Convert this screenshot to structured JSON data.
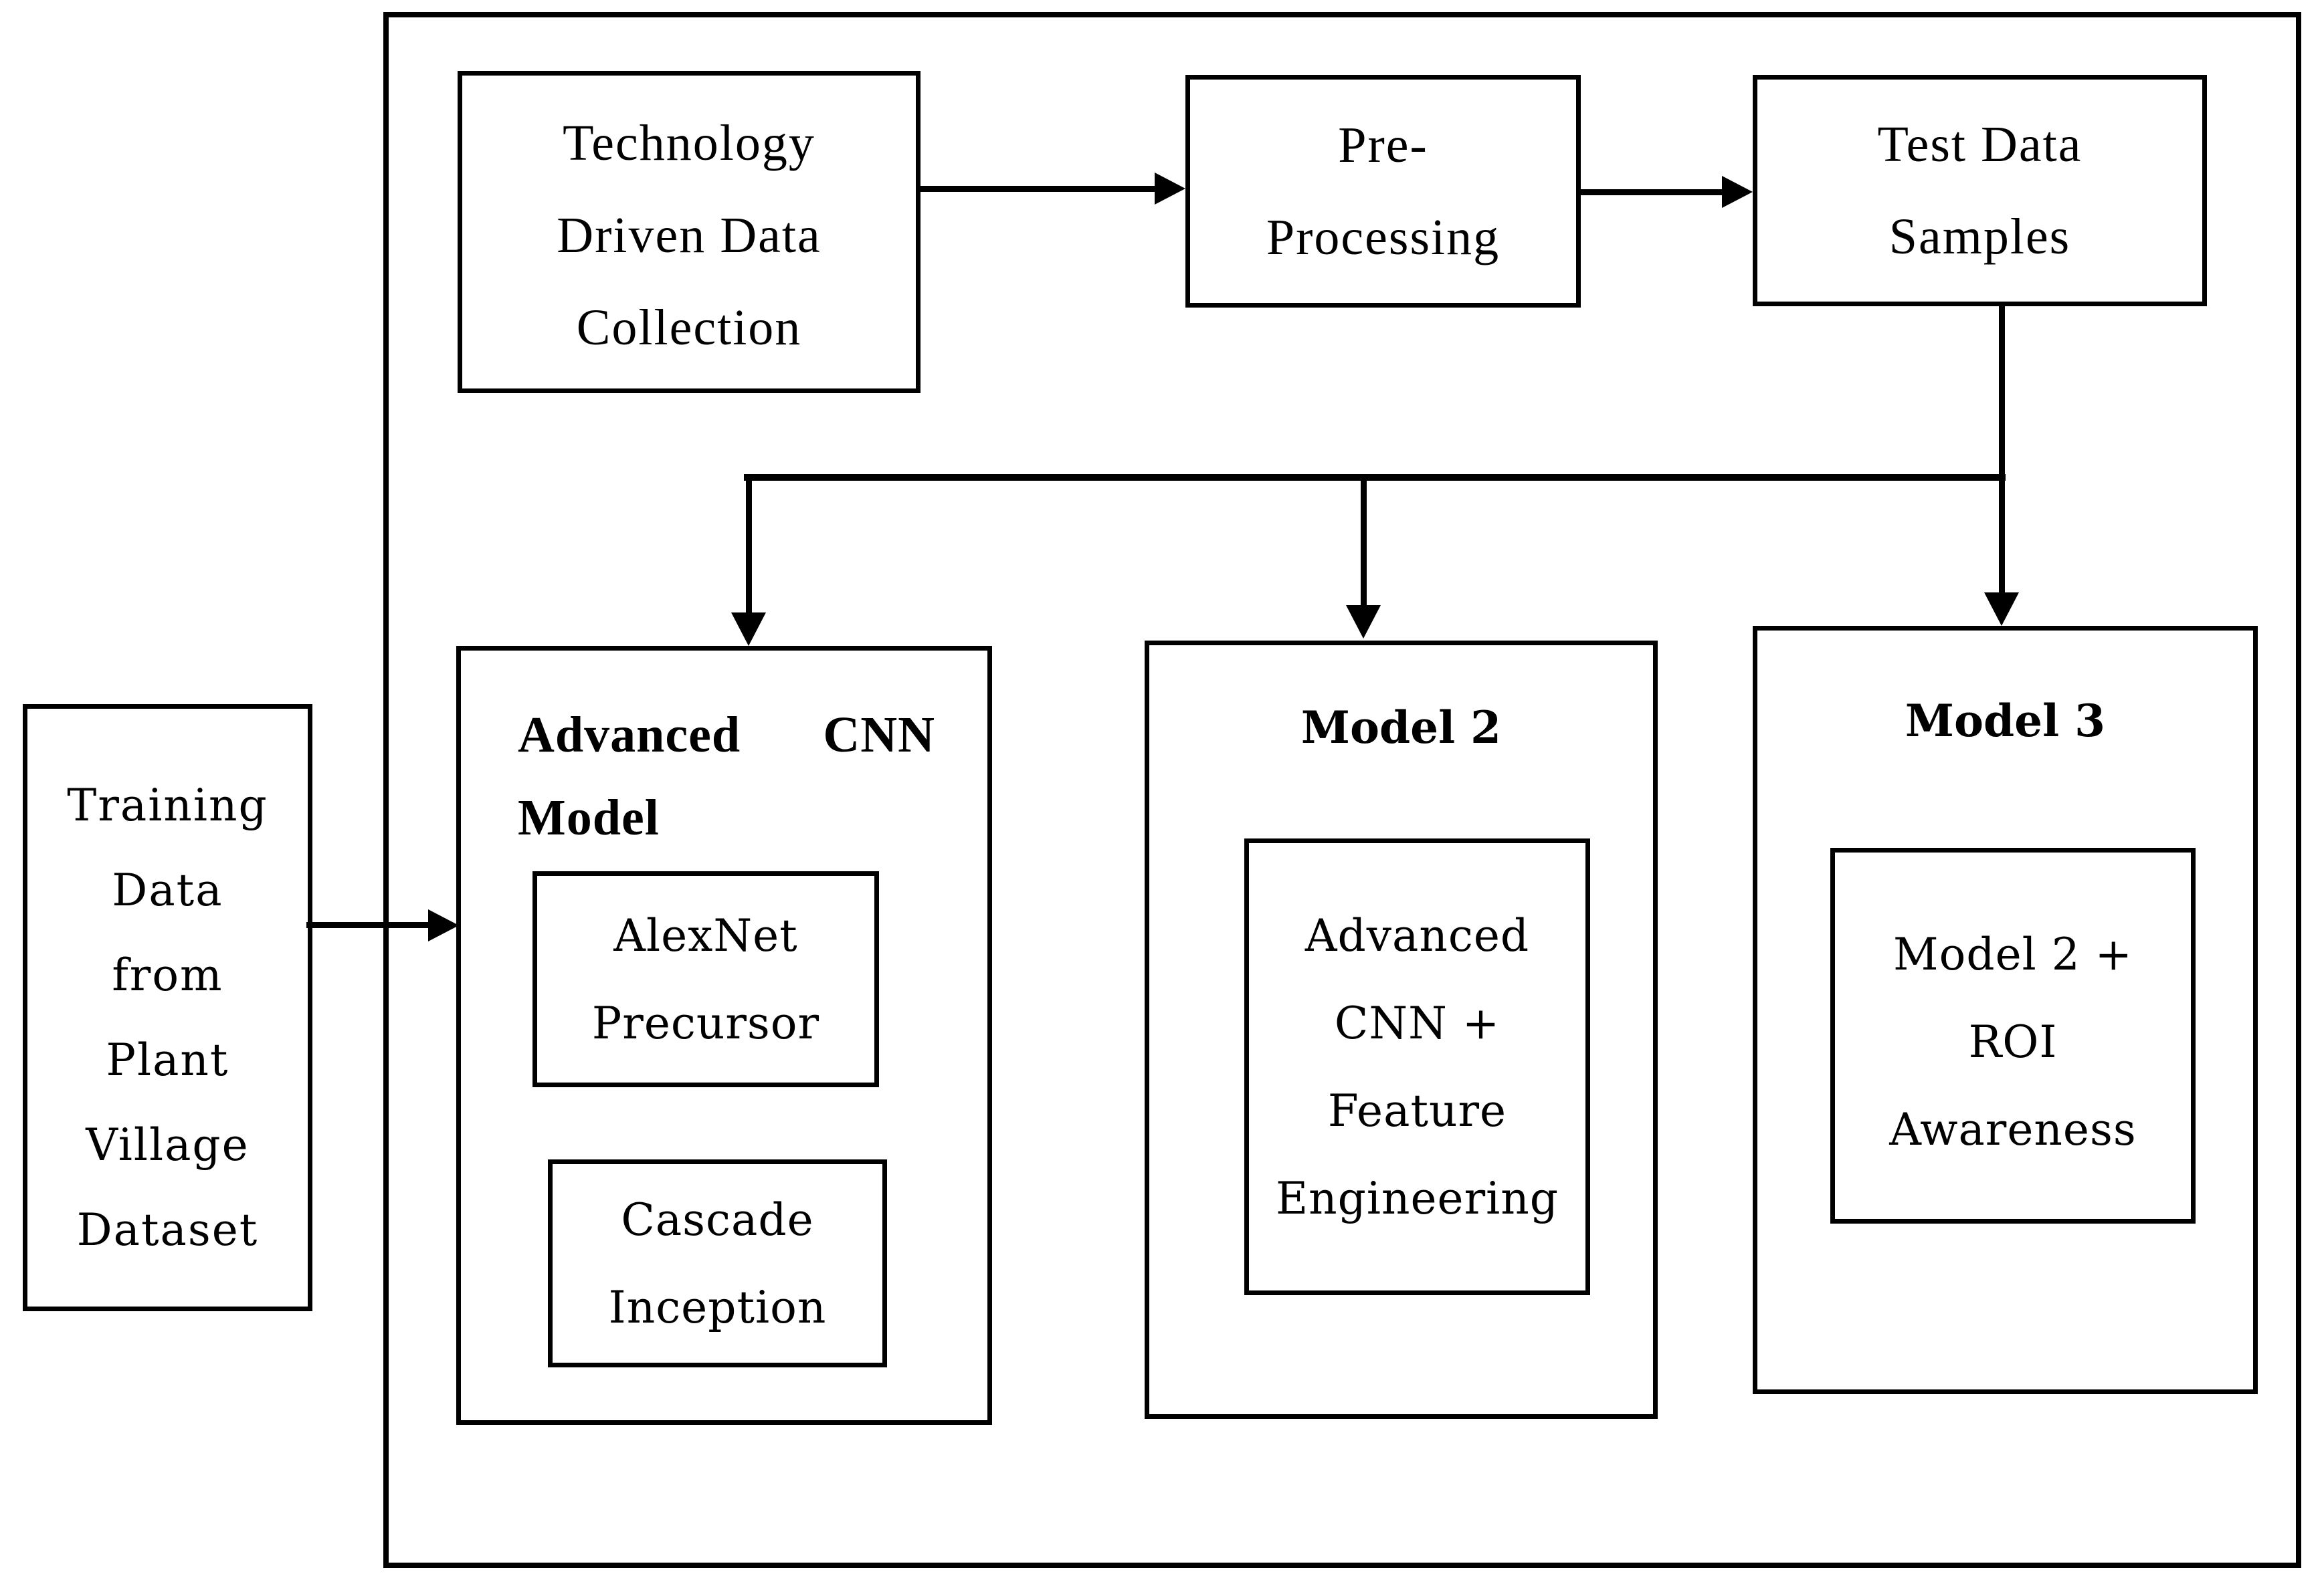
{
  "figure": {
    "colors": {
      "line": "#000000",
      "background": "#ffffff"
    },
    "boxes": {
      "technology": {
        "lines": [
          "Technology",
          "Driven Data",
          "Collection"
        ]
      },
      "preprocessing": {
        "lines": [
          "Pre-",
          "Processing"
        ]
      },
      "test_data": {
        "lines": [
          "Test Data",
          "Samples"
        ]
      },
      "training_data": {
        "lines": [
          "Training",
          "Data",
          "from",
          "Plant",
          "Village",
          "Dataset"
        ]
      },
      "advanced_cnn_model": {
        "title_word_left": "Advanced",
        "title_word_right": "CNN",
        "title_line2": "Model",
        "alexnet": {
          "lines": [
            "AlexNet",
            "Precursor"
          ]
        },
        "cascade": {
          "lines": [
            "Cascade",
            "Inception"
          ]
        }
      },
      "model2": {
        "title": "Model 2",
        "inner_lines": [
          "Advanced",
          "CNN +",
          "Feature",
          "Engineering"
        ]
      },
      "model3": {
        "title": "Model 3",
        "inner_lines": [
          "Model 2 +",
          "ROI",
          "Awareness"
        ]
      }
    }
  }
}
